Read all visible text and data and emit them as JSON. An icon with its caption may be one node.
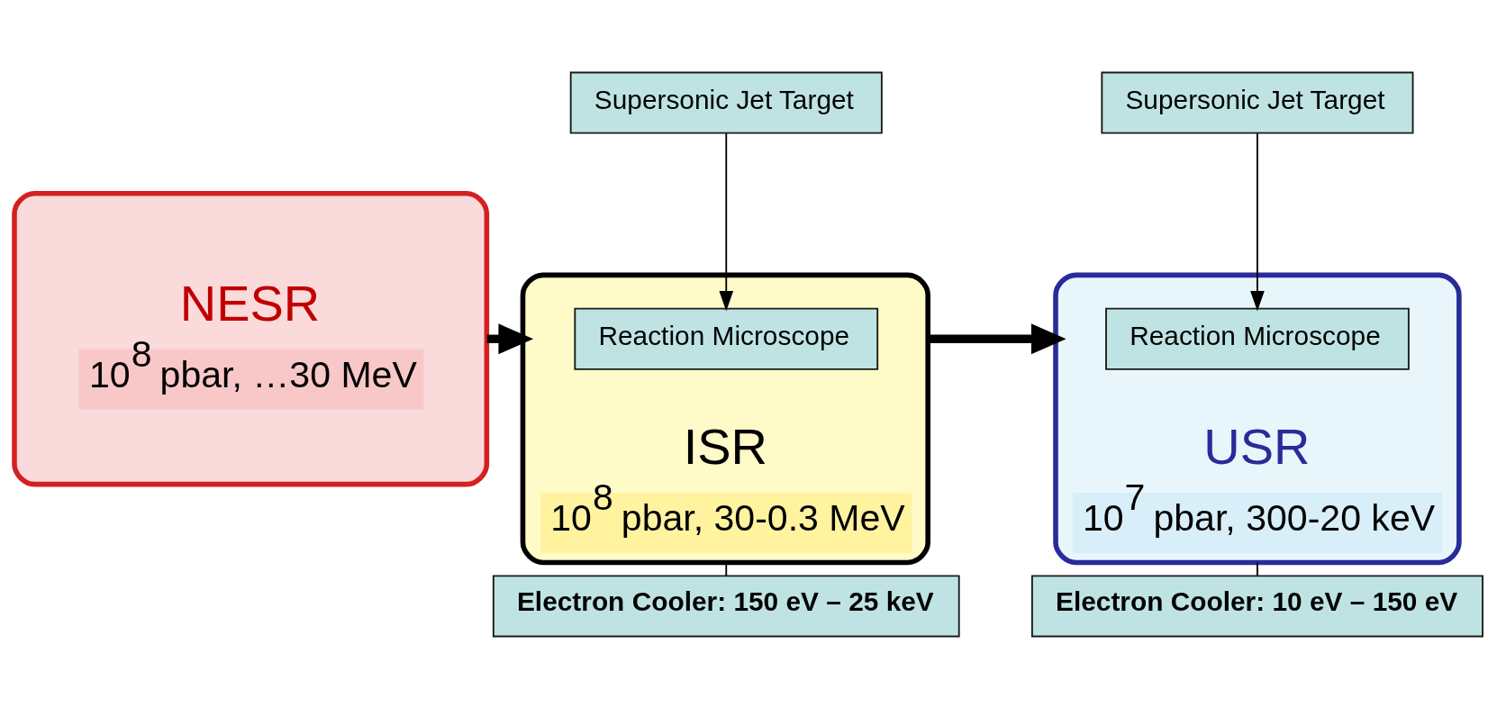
{
  "diagram": {
    "nodes": [
      {
        "text": [
          "NESR",
          "10$^{8}$ pbar, …30 MeV"
        ]
      },
      {
        "text": [
          "ISR",
          "10$^{8}$ pbar, 30-0.3 MeV"
        ]
      },
      {
        "text": [
          "Supersonic Jet Target"
        ]
      },
      {
        "text": [
          "Reaction Microscope"
        ],
        "in": 1
      },
      {
        "text": [
          "USR",
          "10$^{7}$ pbar, 300-20 keV"
        ]
      },
      {
        "text": [
          "Supersonic Jet Target"
        ]
      },
      {
        "text": [
          "Reaction Microscope"
        ],
        "in": 4
      },
      {
        "text": [
          "Electron Cooler: 150 eV – 25 keV"
        ]
      },
      {
        "text": [
          "Electron Cooler: 10 eV – 150 eV"
        ]
      }
    ],
    "edges": [
      {
        "from": 0,
        "to": 1,
        "arrow": "to",
        "style": "thick"
      },
      {
        "from": 1,
        "to": 4,
        "arrow": "to",
        "style": "thick"
      },
      {
        "from": 2,
        "to": 3,
        "arrow": "to"
      },
      {
        "from": 5,
        "to": 6,
        "arrow": "to"
      },
      {
        "from": 1,
        "to": 7,
        "arrow": "none"
      },
      {
        "from": 4,
        "to": 8,
        "arrow": "none"
      }
    ]
  }
}
